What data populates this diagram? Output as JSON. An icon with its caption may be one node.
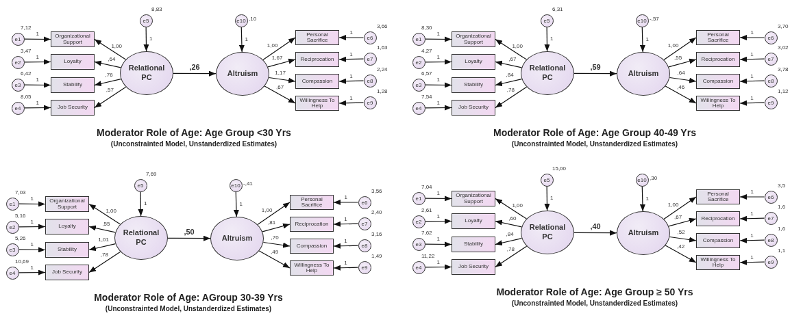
{
  "diagram": {
    "nodes": [
      {
        "text": [
          "e1"
        ],
        "beside": [
          "7,12"
        ]
      },
      {
        "text": [
          "e2"
        ],
        "beside": [
          "3,47"
        ]
      },
      {
        "text": [
          "e3"
        ],
        "beside": [
          "6,42"
        ]
      },
      {
        "text": [
          "e4"
        ],
        "beside": [
          "8,05"
        ]
      },
      {
        "text": [
          "Organizational Support"
        ]
      },
      {
        "text": [
          "Loyalty"
        ]
      },
      {
        "text": [
          "Stability"
        ]
      },
      {
        "text": [
          "Job Security"
        ]
      },
      {
        "text": [
          "e5"
        ],
        "beside": [
          "8,83"
        ]
      },
      {
        "text": [
          "Relational PC"
        ]
      },
      {
        "text": [
          "e10"
        ],
        "beside": [
          ",10"
        ]
      },
      {
        "text": [
          "Altruism"
        ]
      },
      {
        "text": [
          "Personal Sacrifice"
        ]
      },
      {
        "text": [
          "Reciprocation"
        ]
      },
      {
        "text": [
          "Compassion"
        ]
      },
      {
        "text": [
          "Willingness To Help"
        ]
      },
      {
        "text": [
          "e6"
        ],
        "beside": [
          "3,66"
        ]
      },
      {
        "text": [
          "e7"
        ],
        "beside": [
          "1,63"
        ]
      },
      {
        "text": [
          "e8"
        ],
        "beside": [
          "2,24"
        ]
      },
      {
        "text": [
          "e9"
        ],
        "beside": [
          "1,28"
        ]
      },
      {
        "text": [
          "e1"
        ],
        "beside": [
          "8,30"
        ]
      },
      {
        "text": [
          "e2"
        ],
        "beside": [
          "4,27"
        ]
      },
      {
        "text": [
          "e3"
        ],
        "beside": [
          "6,57"
        ]
      },
      {
        "text": [
          "e4"
        ],
        "beside": [
          "7,54"
        ]
      },
      {
        "text": [
          "Organizational Support"
        ]
      },
      {
        "text": [
          "Loyalty"
        ]
      },
      {
        "text": [
          "Stability"
        ]
      },
      {
        "text": [
          "Job Security"
        ]
      },
      {
        "text": [
          "e5"
        ],
        "beside": [
          "6,31"
        ]
      },
      {
        "text": [
          "Relational PC"
        ]
      },
      {
        "text": [
          "e10"
        ],
        "beside": [
          "-,57"
        ]
      },
      {
        "text": [
          "Altruism"
        ]
      },
      {
        "text": [
          "Personal Sacrifice"
        ]
      },
      {
        "text": [
          "Reciprocation"
        ]
      },
      {
        "text": [
          "Compassion"
        ]
      },
      {
        "text": [
          "Willingness To Help"
        ]
      },
      {
        "text": [
          "e6"
        ],
        "beside": [
          "3,70"
        ]
      },
      {
        "text": [
          "e7"
        ],
        "beside": [
          "3,02"
        ]
      },
      {
        "text": [
          "e8"
        ],
        "beside": [
          "3,78"
        ]
      },
      {
        "text": [
          "e9"
        ],
        "beside": [
          "1,12"
        ]
      },
      {
        "text": [
          "e1"
        ],
        "beside": [
          "7,03"
        ]
      },
      {
        "text": [
          "e2"
        ],
        "beside": [
          "5,16"
        ]
      },
      {
        "text": [
          "e3"
        ],
        "beside": [
          "5,26"
        ]
      },
      {
        "text": [
          "e4"
        ],
        "beside": [
          "10,69"
        ]
      },
      {
        "text": [
          "Organizational Support"
        ]
      },
      {
        "text": [
          "Loyalty"
        ]
      },
      {
        "text": [
          "Stability"
        ]
      },
      {
        "text": [
          "Job Security"
        ]
      },
      {
        "text": [
          "e5"
        ],
        "beside": [
          "7,69"
        ]
      },
      {
        "text": [
          "Relational PC"
        ]
      },
      {
        "text": [
          "e10"
        ],
        "beside": [
          "-,41"
        ]
      },
      {
        "text": [
          "Altruism"
        ]
      },
      {
        "text": [
          "Personal Sacrifice"
        ]
      },
      {
        "text": [
          "Reciprocation"
        ]
      },
      {
        "text": [
          "Compassion"
        ]
      },
      {
        "text": [
          "Willingness To Help"
        ]
      },
      {
        "text": [
          "e6"
        ],
        "beside": [
          "3,56"
        ]
      },
      {
        "text": [
          "e7"
        ],
        "beside": [
          "2,40"
        ]
      },
      {
        "text": [
          "e8"
        ],
        "beside": [
          "3,16"
        ]
      },
      {
        "text": [
          "e9"
        ],
        "beside": [
          "1,49"
        ]
      },
      {
        "text": [
          "e1"
        ],
        "beside": [
          "7,04"
        ]
      },
      {
        "text": [
          "e2"
        ],
        "beside": [
          "2,61"
        ]
      },
      {
        "text": [
          "e3"
        ],
        "beside": [
          "7,62"
        ]
      },
      {
        "text": [
          "e4"
        ],
        "beside": [
          "11,22"
        ]
      },
      {
        "text": [
          "Organizational Support"
        ]
      },
      {
        "text": [
          "Loyalty"
        ]
      },
      {
        "text": [
          "Stability"
        ]
      },
      {
        "text": [
          "Job Security"
        ]
      },
      {
        "text": [
          "e5"
        ],
        "beside": [
          "15,00"
        ]
      },
      {
        "text": [
          "Relational PC"
        ]
      },
      {
        "text": [
          "e10"
        ],
        "beside": [
          ",30"
        ]
      },
      {
        "text": [
          "Altruism"
        ]
      },
      {
        "text": [
          "Personal Sacrifice"
        ]
      },
      {
        "text": [
          "Reciprocation"
        ]
      },
      {
        "text": [
          "Compassion"
        ]
      },
      {
        "text": [
          "Willingness To Help"
        ]
      },
      {
        "text": [
          "e6"
        ],
        "beside": [
          "3,5"
        ]
      },
      {
        "text": [
          "e7"
        ],
        "beside": [
          "1,6"
        ]
      },
      {
        "text": [
          "e8"
        ],
        "beside": [
          "1,6"
        ]
      },
      {
        "text": [
          "e9"
        ],
        "beside": [
          "1,1"
        ]
      }
    ],
    "edges": [
      {
        "from": 0,
        "to": 4,
        "arrow": "to",
        "label": "1"
      },
      {
        "from": 1,
        "to": 5,
        "arrow": "to",
        "label": "1"
      },
      {
        "from": 2,
        "to": 6,
        "arrow": "to",
        "label": "1"
      },
      {
        "from": 3,
        "to": 7,
        "arrow": "to",
        "label": "1"
      },
      {
        "from": 9,
        "to": 4,
        "arrow": "to",
        "label": "1,00"
      },
      {
        "from": 9,
        "to": 5,
        "arrow": "to",
        "label": ",64"
      },
      {
        "from": 9,
        "to": 6,
        "arrow": "to",
        "label": ",76"
      },
      {
        "from": 9,
        "to": 7,
        "arrow": "to",
        "label": ",57"
      },
      {
        "from": 8,
        "to": 9,
        "arrow": "to",
        "label": "1"
      },
      {
        "from": 9,
        "to": 11,
        "arrow": "to",
        "label": ",26"
      },
      {
        "from": 10,
        "to": 11,
        "arrow": "to",
        "label": "1"
      },
      {
        "from": 11,
        "to": 12,
        "arrow": "to",
        "label": "1,00"
      },
      {
        "from": 11,
        "to": 13,
        "arrow": "to",
        "label": "1,67"
      },
      {
        "from": 11,
        "to": 14,
        "arrow": "to",
        "label": "1,17"
      },
      {
        "from": 11,
        "to": 15,
        "arrow": "to",
        "label": ",67"
      },
      {
        "from": 16,
        "to": 12,
        "arrow": "to",
        "label": "1"
      },
      {
        "from": 17,
        "to": 13,
        "arrow": "to",
        "label": "1"
      },
      {
        "from": 18,
        "to": 14,
        "arrow": "to",
        "label": "1"
      },
      {
        "from": 19,
        "to": 15,
        "arrow": "to",
        "label": "1"
      },
      {
        "from": 20,
        "to": 24,
        "arrow": "to",
        "label": "1"
      },
      {
        "from": 21,
        "to": 25,
        "arrow": "to",
        "label": "1"
      },
      {
        "from": 22,
        "to": 26,
        "arrow": "to",
        "label": "1"
      },
      {
        "from": 23,
        "to": 27,
        "arrow": "to",
        "label": "1"
      },
      {
        "from": 29,
        "to": 24,
        "arrow": "to",
        "label": "1,00"
      },
      {
        "from": 29,
        "to": 25,
        "arrow": "to",
        "label": ",67"
      },
      {
        "from": 29,
        "to": 26,
        "arrow": "to",
        "label": ",84"
      },
      {
        "from": 29,
        "to": 27,
        "arrow": "to",
        "label": ",78"
      },
      {
        "from": 28,
        "to": 29,
        "arrow": "to",
        "label": "1"
      },
      {
        "from": 29,
        "to": 31,
        "arrow": "to",
        "label": ",59"
      },
      {
        "from": 30,
        "to": 31,
        "arrow": "to",
        "label": "1"
      },
      {
        "from": 31,
        "to": 32,
        "arrow": "to",
        "label": "1,00"
      },
      {
        "from": 31,
        "to": 33,
        "arrow": "to",
        "label": ",55"
      },
      {
        "from": 31,
        "to": 34,
        "arrow": "to",
        "label": ",64"
      },
      {
        "from": 31,
        "to": 35,
        "arrow": "to",
        "label": ",46"
      },
      {
        "from": 36,
        "to": 32,
        "arrow": "to",
        "label": "1"
      },
      {
        "from": 37,
        "to": 33,
        "arrow": "to",
        "label": "1"
      },
      {
        "from": 38,
        "to": 34,
        "arrow": "to",
        "label": "1"
      },
      {
        "from": 39,
        "to": 35,
        "arrow": "to",
        "label": "1"
      },
      {
        "from": 40,
        "to": 44,
        "arrow": "to",
        "label": "1"
      },
      {
        "from": 41,
        "to": 45,
        "arrow": "to",
        "label": "1"
      },
      {
        "from": 42,
        "to": 46,
        "arrow": "to",
        "label": "1"
      },
      {
        "from": 43,
        "to": 47,
        "arrow": "to",
        "label": "1"
      },
      {
        "from": 49,
        "to": 44,
        "arrow": "to",
        "label": "1,00"
      },
      {
        "from": 49,
        "to": 45,
        "arrow": "to",
        "label": ",55"
      },
      {
        "from": 49,
        "to": 46,
        "arrow": "to",
        "label": "1,01"
      },
      {
        "from": 49,
        "to": 47,
        "arrow": "to",
        "label": ",78"
      },
      {
        "from": 48,
        "to": 49,
        "arrow": "to",
        "label": "1"
      },
      {
        "from": 49,
        "to": 51,
        "arrow": "to",
        "label": ",50"
      },
      {
        "from": 50,
        "to": 51,
        "arrow": "to",
        "label": "1"
      },
      {
        "from": 51,
        "to": 52,
        "arrow": "to",
        "label": "1,00"
      },
      {
        "from": 51,
        "to": 53,
        "arrow": "to",
        "label": ",81"
      },
      {
        "from": 51,
        "to": 54,
        "arrow": "to",
        "label": ",70"
      },
      {
        "from": 51,
        "to": 55,
        "arrow": "to",
        "label": ",49"
      },
      {
        "from": 56,
        "to": 52,
        "arrow": "to",
        "label": "1"
      },
      {
        "from": 57,
        "to": 53,
        "arrow": "to",
        "label": "1"
      },
      {
        "from": 58,
        "to": 54,
        "arrow": "to",
        "label": "1"
      },
      {
        "from": 59,
        "to": 55,
        "arrow": "to",
        "label": "1"
      },
      {
        "from": 60,
        "to": 64,
        "arrow": "to",
        "label": "1"
      },
      {
        "from": 61,
        "to": 65,
        "arrow": "to",
        "label": "1"
      },
      {
        "from": 62,
        "to": 66,
        "arrow": "to",
        "label": "1"
      },
      {
        "from": 63,
        "to": 67,
        "arrow": "to",
        "label": "1"
      },
      {
        "from": 69,
        "to": 64,
        "arrow": "to",
        "label": "1,00"
      },
      {
        "from": 69,
        "to": 65,
        "arrow": "to",
        "label": ",60"
      },
      {
        "from": 69,
        "to": 66,
        "arrow": "to",
        "label": ",84"
      },
      {
        "from": 69,
        "to": 67,
        "arrow": "to",
        "label": ",78"
      },
      {
        "from": 68,
        "to": 69,
        "arrow": "to",
        "label": "1"
      },
      {
        "from": 69,
        "to": 71,
        "arrow": "to",
        "label": ",40"
      },
      {
        "from": 70,
        "to": 71,
        "arrow": "to",
        "label": "1"
      },
      {
        "from": 71,
        "to": 72,
        "arrow": "to",
        "label": "1,00"
      },
      {
        "from": 71,
        "to": 73,
        "arrow": "to",
        "label": ",67"
      },
      {
        "from": 71,
        "to": 74,
        "arrow": "to",
        "label": ",52"
      },
      {
        "from": 71,
        "to": 75,
        "arrow": "to",
        "label": ",42"
      },
      {
        "from": 76,
        "to": 72,
        "arrow": "to",
        "label": "1"
      },
      {
        "from": 77,
        "to": 73,
        "arrow": "to",
        "label": "1"
      },
      {
        "from": 78,
        "to": 74,
        "arrow": "to",
        "label": "1"
      },
      {
        "from": 79,
        "to": 75,
        "arrow": "to",
        "label": "1"
      }
    ],
    "labels": [
      "Moderator Role of Age: Age Group <30 Yrs",
      "(Unconstrainted Model, Unstanderdized Estimates)",
      "Moderator Role of Age: Age Group 40-49 Yrs",
      "(Unconstrainted Model, Unstanderdized Estimates)",
      "Moderator Role of Age: AGroup 30-39 Yrs",
      "(Unconstrainted Model, Unstanderdized Estimates)",
      "Moderator Role of Age: Age Group ≥ 50 Yrs",
      "(Unconstrainted Model, Unstanderdized Estimates)"
    ]
  }
}
